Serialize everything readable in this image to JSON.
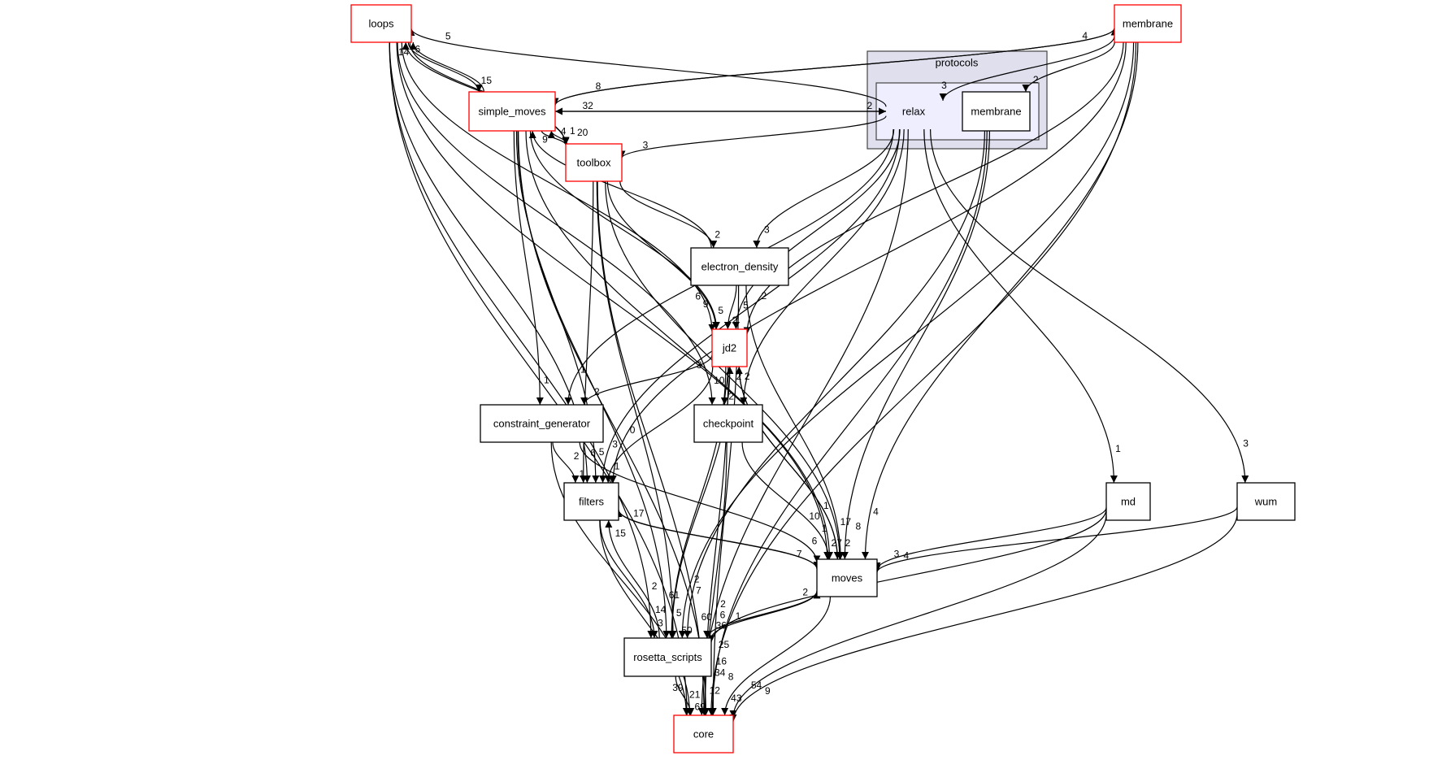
{
  "colors": {
    "child_border": "#ff0000",
    "plain_border": "#000000",
    "cluster_outer_fill": "#dfdfee",
    "cluster_inner_fill": "#eeeeff",
    "cluster_border": "#444444"
  },
  "clusters": [
    {
      "id": "protocols",
      "label": "protocols"
    },
    {
      "id": "relax",
      "label": "relax"
    }
  ],
  "nodes": [
    {
      "id": "loops",
      "label": "loops",
      "has_children": true
    },
    {
      "id": "membrane_top",
      "label": "membrane",
      "has_children": true
    },
    {
      "id": "simple_moves",
      "label": "simple_moves",
      "has_children": true
    },
    {
      "id": "membrane_inner",
      "label": "membrane",
      "has_children": false
    },
    {
      "id": "toolbox",
      "label": "toolbox",
      "has_children": true
    },
    {
      "id": "electron_density",
      "label": "electron_density",
      "has_children": false
    },
    {
      "id": "jd2",
      "label": "jd2",
      "has_children": true
    },
    {
      "id": "constraint_generator",
      "label": "constraint_generator",
      "has_children": false
    },
    {
      "id": "checkpoint",
      "label": "checkpoint",
      "has_children": false
    },
    {
      "id": "filters",
      "label": "filters",
      "has_children": false
    },
    {
      "id": "md",
      "label": "md",
      "has_children": false
    },
    {
      "id": "wum",
      "label": "wum",
      "has_children": false
    },
    {
      "id": "moves",
      "label": "moves",
      "has_children": false
    },
    {
      "id": "rosetta_scripts",
      "label": "rosetta_scripts",
      "has_children": false
    },
    {
      "id": "core",
      "label": "core",
      "has_children": true
    }
  ],
  "edges": [
    {
      "from": "toolbox",
      "to": "loops",
      "label": "6"
    },
    {
      "from": "relax",
      "to": "loops",
      "label": "5"
    },
    {
      "from": "simple_moves",
      "to": "loops",
      "label": "14"
    },
    {
      "from": "loops",
      "to": "simple_moves",
      "label": "15"
    },
    {
      "from": "membrane_top",
      "to": "simple_moves",
      "label": "8"
    },
    {
      "from": "relax",
      "to": "simple_moves",
      "label": "32"
    },
    {
      "from": "simple_moves",
      "to": "relax",
      "label": "2"
    },
    {
      "from": "toolbox",
      "to": "simple_moves",
      "label": "4"
    },
    {
      "from": "electron_density",
      "to": "simple_moves",
      "label": "9"
    },
    {
      "from": "simple_moves",
      "to": "toolbox",
      "label": "20"
    },
    {
      "from": "loops",
      "to": "toolbox",
      "label": "1"
    },
    {
      "from": "simple_moves",
      "to": "membrane_top",
      "label": "4"
    },
    {
      "from": "membrane_top",
      "to": "relax",
      "label": "3"
    },
    {
      "from": "membrane_top",
      "to": "membrane_inner",
      "label": "2"
    },
    {
      "from": "relax",
      "to": "toolbox",
      "label": "3"
    },
    {
      "from": "relax",
      "to": "electron_density",
      "label": "3"
    },
    {
      "from": "toolbox",
      "to": "electron_density",
      "label": "2"
    },
    {
      "from": "electron_density",
      "to": "jd2",
      "label": "2"
    },
    {
      "from": "toolbox",
      "to": "jd2",
      "label": "5"
    },
    {
      "from": "simple_moves",
      "to": "jd2",
      "label": "9"
    },
    {
      "from": "loops",
      "to": "jd2",
      "label": "6"
    },
    {
      "from": "relax",
      "to": "jd2",
      "label": "5"
    },
    {
      "from": "membrane_top",
      "to": "jd2",
      "label": "2"
    },
    {
      "from": "moves",
      "to": "jd2",
      "label": "2"
    },
    {
      "from": "jd2",
      "to": "constraint_generator",
      "label": "2"
    },
    {
      "from": "simple_moves",
      "to": "constraint_generator",
      "label": "1"
    },
    {
      "from": "relax",
      "to": "constraint_generator",
      "label": "1"
    },
    {
      "from": "jd2",
      "to": "checkpoint",
      "label": "2"
    },
    {
      "from": "loops",
      "to": "checkpoint",
      "label": "3"
    },
    {
      "from": "relax",
      "to": "checkpoint",
      "label": "2"
    },
    {
      "from": "constraint_generator",
      "to": "filters",
      "label": "1"
    },
    {
      "from": "jd2",
      "to": "filters",
      "label": "1"
    },
    {
      "from": "loops",
      "to": "filters",
      "label": "6"
    },
    {
      "from": "simple_moves",
      "to": "filters",
      "label": "5"
    },
    {
      "from": "toolbox",
      "to": "filters",
      "label": "2"
    },
    {
      "from": "relax",
      "to": "filters",
      "label": "3"
    },
    {
      "from": "membrane_top",
      "to": "filters",
      "label": "0"
    },
    {
      "from": "moves",
      "to": "filters",
      "label": "17"
    },
    {
      "from": "relax",
      "to": "md",
      "label": "1"
    },
    {
      "from": "relax",
      "to": "wum",
      "label": "3"
    },
    {
      "from": "checkpoint",
      "to": "moves",
      "label": "27"
    },
    {
      "from": "jd2",
      "to": "moves",
      "label": "2"
    },
    {
      "from": "toolbox",
      "to": "moves",
      "label": "17"
    },
    {
      "from": "constraint_generator",
      "to": "moves",
      "label": "6"
    },
    {
      "from": "filters",
      "to": "moves",
      "label": "7"
    },
    {
      "from": "loops",
      "to": "moves",
      "label": "1"
    },
    {
      "from": "md",
      "to": "moves",
      "label": "3"
    },
    {
      "from": "wum",
      "to": "moves",
      "label": "4"
    },
    {
      "from": "membrane_top",
      "to": "moves",
      "label": "4"
    },
    {
      "from": "membrane_inner",
      "to": "moves",
      "label": "8"
    },
    {
      "from": "simple_moves",
      "to": "moves",
      "label": "10"
    },
    {
      "from": "electron_density",
      "to": "moves",
      "label": "1"
    },
    {
      "from": "filters",
      "to": "rosetta_scripts",
      "label": "3"
    },
    {
      "from": "rosetta_scripts",
      "to": "filters",
      "label": "15"
    },
    {
      "from": "jd2",
      "to": "rosetta_scripts",
      "label": "5"
    },
    {
      "from": "rosetta_scripts",
      "to": "jd2",
      "label": "10"
    },
    {
      "from": "simple_moves",
      "to": "rosetta_scripts",
      "label": "61"
    },
    {
      "from": "toolbox",
      "to": "rosetta_scripts",
      "label": "14"
    },
    {
      "from": "loops",
      "to": "rosetta_scripts",
      "label": "2"
    },
    {
      "from": "moves",
      "to": "rosetta_scripts",
      "label": "36"
    },
    {
      "from": "rosetta_scripts",
      "to": "moves",
      "label": "2"
    },
    {
      "from": "membrane_top",
      "to": "rosetta_scripts",
      "label": "2"
    },
    {
      "from": "md",
      "to": "rosetta_scripts",
      "label": "1"
    },
    {
      "from": "membrane_inner",
      "to": "rosetta_scripts",
      "label": "7"
    },
    {
      "from": "rosetta_scripts",
      "to": "core",
      "label": "69"
    },
    {
      "from": "checkpoint",
      "to": "core",
      "label": "12"
    },
    {
      "from": "moves",
      "to": "core",
      "label": "43"
    },
    {
      "from": "md",
      "to": "core",
      "label": "54"
    },
    {
      "from": "filters",
      "to": "core",
      "label": "21"
    },
    {
      "from": "constraint_generator",
      "to": "core",
      "label": "39"
    },
    {
      "from": "jd2",
      "to": "core",
      "label": "34"
    },
    {
      "from": "toolbox",
      "to": "core",
      "label": "60"
    },
    {
      "from": "simple_moves",
      "to": "core",
      "label": "16"
    },
    {
      "from": "loops",
      "to": "core",
      "label": "50"
    },
    {
      "from": "membrane_top",
      "to": "core",
      "label": "25"
    },
    {
      "from": "membrane_inner",
      "to": "core",
      "label": "8"
    },
    {
      "from": "wum",
      "to": "core",
      "label": "9"
    },
    {
      "from": "electron_density",
      "to": "core",
      "label": "6"
    },
    {
      "from": "relax",
      "to": "core",
      "label": "2"
    }
  ]
}
